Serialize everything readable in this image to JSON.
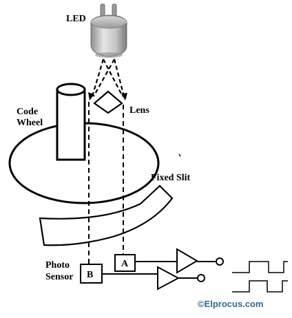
{
  "labels": {
    "led": "LED",
    "lens": "Lens",
    "code_wheel_line1": "Code",
    "code_wheel_line2": "Wheel",
    "fixed_slit": "Fixed Slit",
    "photo_sensor_line1": "Photo",
    "photo_sensor_line2": "Sensor",
    "channel_a": "A",
    "channel_b": "B",
    "credit": "©Elprocus.com"
  },
  "colors": {
    "ink": "#000000",
    "credit": "#2d6b8f",
    "led_body": "#c9c9c9"
  },
  "icons": {
    "led": "led-plug-icon",
    "amplifier": "buffer-triangle-icon",
    "output_terminal": "open-circle-terminal-icon"
  }
}
